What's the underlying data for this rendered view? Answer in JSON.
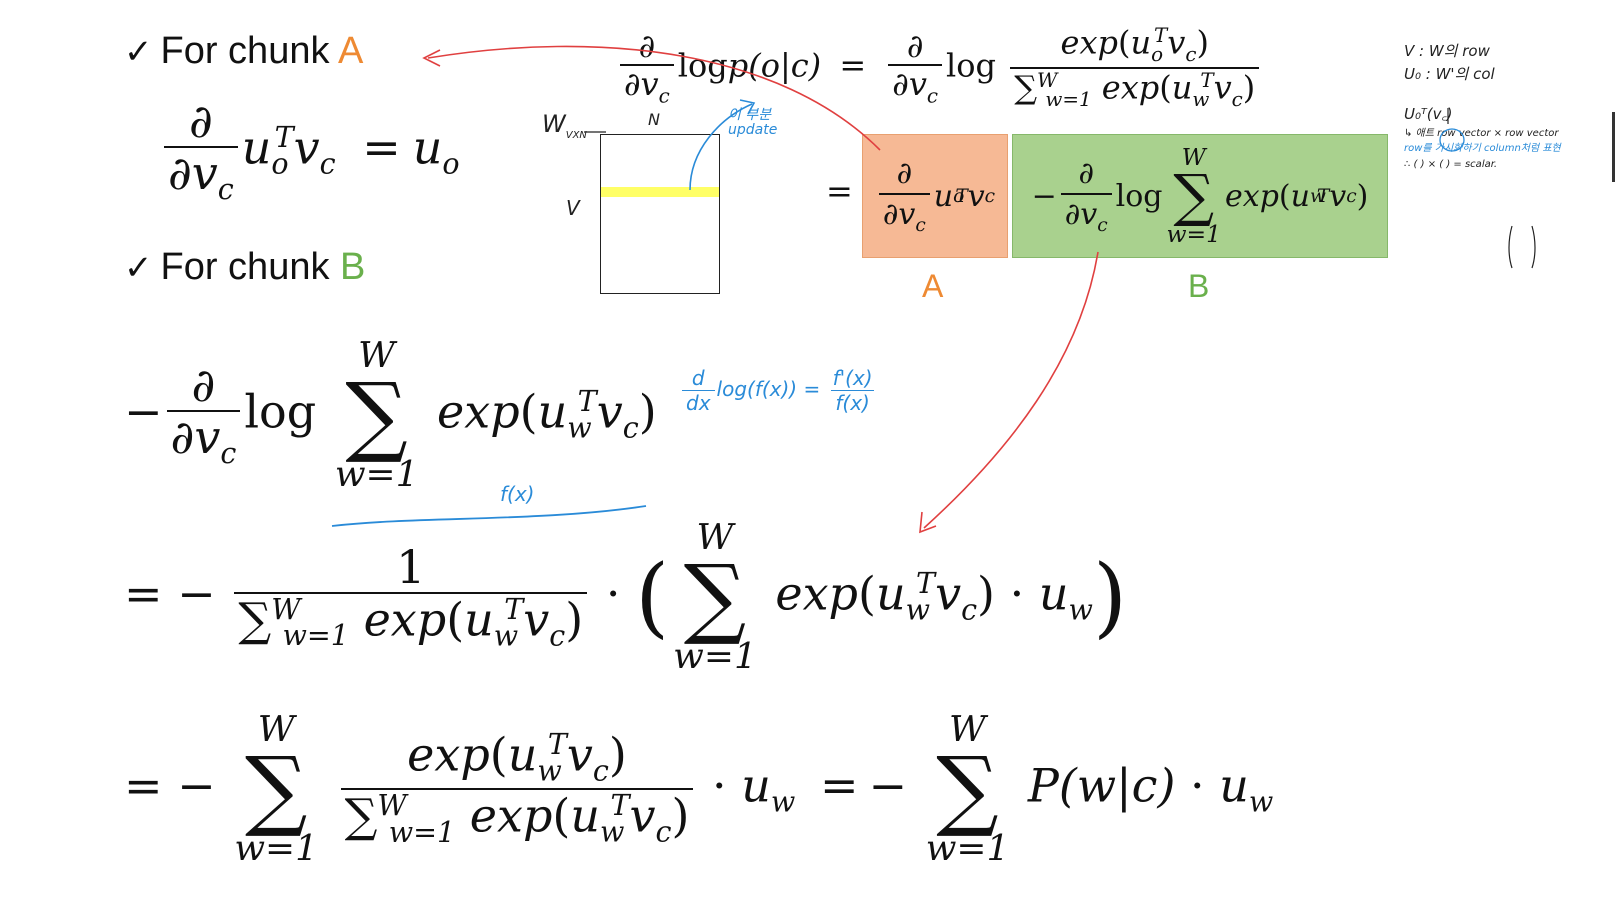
{
  "headings": {
    "chunk_a": {
      "check": "✓",
      "prefix": "For chunk",
      "letter": "A"
    },
    "chunk_b": {
      "check": "✓",
      "prefix": "For chunk",
      "letter": "B"
    }
  },
  "labels": {
    "under_a": "A",
    "under_b": "B"
  },
  "symbols": {
    "partial": "∂",
    "sigma": "∑",
    "log": "log",
    "exp": "exp",
    "equals": "=",
    "minus": "−",
    "dot": "·",
    "one": "1",
    "v_c": "v",
    "c": "c",
    "u": "u",
    "o": "o",
    "w": "w",
    "T": "T",
    "W": "W",
    "w_eq_1": "w=1",
    "P_wc": "P(w|c)"
  },
  "matrix": {
    "left_label": "W",
    "left_sub": "VXN",
    "top_label": "N",
    "side_label": "V",
    "highlight_note_line1": "이 부분",
    "highlight_note_line2": "update"
  },
  "annotations": {
    "derivative_rule_lhs_num": "d",
    "derivative_rule_lhs_den": "dx",
    "derivative_rule_mid": "log(f(x)) =",
    "derivative_rule_num": "f'(x)",
    "derivative_rule_den": "f(x)",
    "fx_label": "f(x)",
    "side_note_1": "V : W의 row",
    "side_note_2": "U₀ : W'의 col",
    "side_note_3": "U₀ᵀ(v꜀)",
    "side_note_4": "↳ 애트 row vector × row vector",
    "side_note_5": "row를 가시화하기 column처럼 표현",
    "side_note_6": "∴ (      ) × (  ) = scalar."
  },
  "colors": {
    "orange": "#ee8a33",
    "green": "#6ab04c",
    "box_a_fill": "#f6b995",
    "box_b_fill": "#a9d18e",
    "highlight": "#ffff66",
    "arrow_red": "#e04040",
    "hand_blue": "#2a8bd8"
  }
}
